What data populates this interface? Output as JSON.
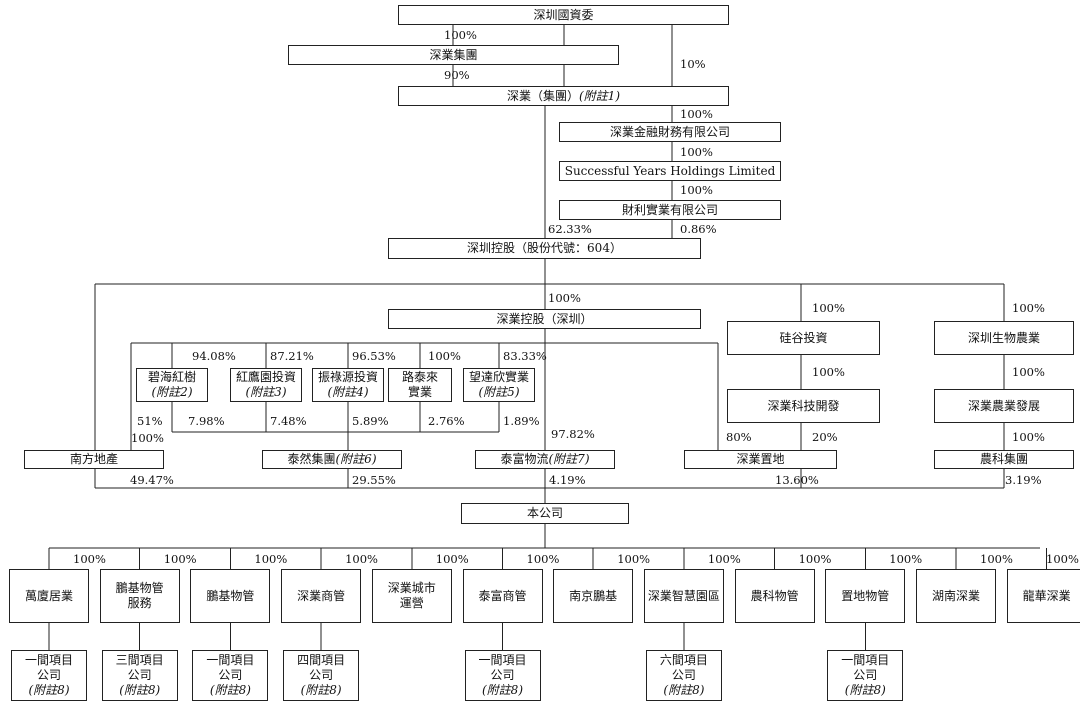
{
  "nodes": {
    "sz_sasac": {
      "label": "深圳國資委"
    },
    "sz_group": {
      "label": "深業集團"
    },
    "sz_group_co": {
      "label": "深業（集團）",
      "note": "(附註1)"
    },
    "finance": {
      "label": "深業金融財務有限公司"
    },
    "successful_years": {
      "label": "Successful Years Holdings Limited"
    },
    "cai_li": {
      "label": "財利實業有限公司"
    },
    "sz_holdings": {
      "label": "深圳控股（股份代號：604）"
    },
    "shum_yip_sz": {
      "label": "深業控股（深圳）"
    },
    "bihai": {
      "label": "碧海紅樹",
      "note": "(附註2)"
    },
    "hongying": {
      "label": "紅鷹園投資",
      "note": "(附註3)"
    },
    "zhenlu": {
      "label": "振祿源投資",
      "note": "(附註4)"
    },
    "lutailai": {
      "label": "路泰來",
      "label2": "實業"
    },
    "wangdaxin": {
      "label": "望達欣實業",
      "note": "(附註5)"
    },
    "guigu": {
      "label": "硅谷投資"
    },
    "sz_bio": {
      "label": "深圳生物農業"
    },
    "sy_tech": {
      "label": "深業科技開發"
    },
    "sy_agri": {
      "label": "深業農業發展"
    },
    "nanfang": {
      "label": "南方地產"
    },
    "tairan": {
      "label": "泰然集團",
      "note": "(附註6)"
    },
    "taifu": {
      "label": "泰富物流",
      "note": "(附註7)"
    },
    "sy_land": {
      "label": "深業置地"
    },
    "nongke": {
      "label": "農科集團"
    },
    "company": {
      "label": "本公司"
    }
  },
  "subsidiaries": [
    {
      "label": "萬廈居業",
      "pct": "100%"
    },
    {
      "label": "鵬基物管",
      "label2": "服務",
      "pct": "100%"
    },
    {
      "label": "鵬基物管",
      "pct": "100%"
    },
    {
      "label": "深業商管",
      "pct": "100%"
    },
    {
      "label": "深業城市",
      "label2": "運營",
      "pct": "100%"
    },
    {
      "label": "泰富商管",
      "pct": "100%"
    },
    {
      "label": "南京鵬基",
      "pct": "100%"
    },
    {
      "label": "深業智慧園區",
      "pct": "100%"
    },
    {
      "label": "農科物管",
      "pct": "100%"
    },
    {
      "label": "置地物管",
      "pct": "100%"
    },
    {
      "label": "湖南深業",
      "pct": "100%"
    },
    {
      "label": "龍華深業",
      "pct": "100%"
    }
  ],
  "projects": [
    {
      "line1": "一間項目",
      "line2": "公司",
      "note": "(附註8)"
    },
    {
      "line1": "三間項目",
      "line2": "公司",
      "note": "(附註8)"
    },
    {
      "line1": "一間項目",
      "line2": "公司",
      "note": "(附註8)"
    },
    {
      "line1": "四間項目",
      "line2": "公司",
      "note": "(附註8)"
    },
    {
      "line1": "一間項目",
      "line2": "公司",
      "note": "(附註8)"
    },
    {
      "line1": "六間項目",
      "line2": "公司",
      "note": "(附註8)"
    },
    {
      "line1": "一間項目",
      "line2": "公司",
      "note": "(附註8)"
    }
  ],
  "percentages": {
    "sasac_to_group": "100%",
    "group_to_groupco": "90%",
    "sasac_to_groupco": "10%",
    "groupco_to_finance": "100%",
    "finance_to_sy": "100%",
    "sy_to_caili": "100%",
    "groupco_to_holdings": "62.33%",
    "caili_to_holdings": "0.86%",
    "holdings_to_sysz": "100%",
    "holdings_to_guigu": "100%",
    "holdings_to_szbio": "100%",
    "sysz_to_bihai": "94.08%",
    "sysz_to_hongying": "87.21%",
    "sysz_to_zhenlu": "96.53%",
    "sysz_to_lutailai": "100%",
    "sysz_to_wangdaxin": "83.33%",
    "guigu_to_sytech": "100%",
    "szbio_to_syagri": "100%",
    "sysz_to_nanfang_a": "51%",
    "holdings_to_nanfang": "100%",
    "bihai_to_tairan": "7.98%",
    "hongying_to_tairan": "7.48%",
    "zhenlu_to_tairan": "5.89%",
    "lutailai_to_tairan": "2.76%",
    "wangdaxin_to_tairan": "1.89%",
    "sysz_to_taifu": "97.82%",
    "sysz_to_syland": "80%",
    "sytech_to_syland": "20%",
    "syagri_to_nongke": "100%",
    "nanfang_to_company": "49.47%",
    "tairan_to_company": "29.55%",
    "taifu_to_company": "4.19%",
    "syland_to_company": "13.60%",
    "nongke_to_company": "3.19%"
  }
}
